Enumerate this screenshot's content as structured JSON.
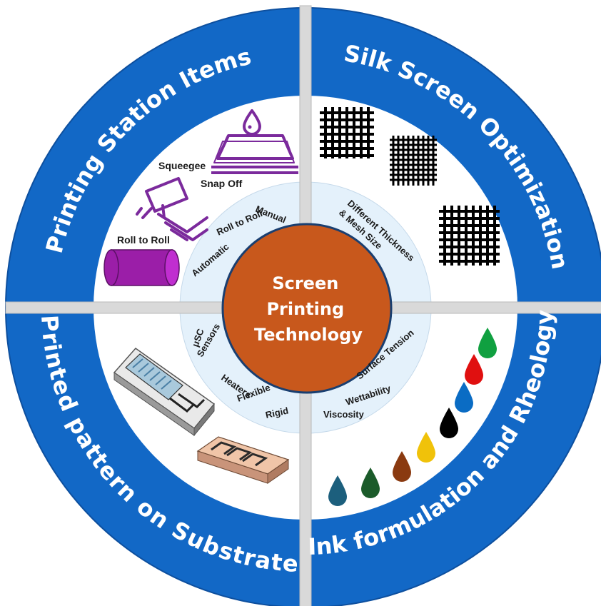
{
  "center": {
    "lines": [
      "Screen",
      "Printing",
      "Technology"
    ]
  },
  "quadrants": {
    "top_left": "Printing Station Items",
    "top_right": "Silk Screen Optimization",
    "bottom_left": "Printed pattern on Substrate",
    "bottom_right": "Ink formulation and Rheology"
  },
  "station_items": {
    "squeegee": "Squeegee",
    "snap_off": "Snap Off",
    "roll_to_roll": "Roll to Roll"
  },
  "inner_ring": {
    "manual": "Manual",
    "roll_to_roll": "Roll to Roll",
    "automatic": "Automatic",
    "thickness_line1": "Different Thickness",
    "thickness_line2": "& Mesh Size",
    "usc": "μSC",
    "sensors": "Sensors",
    "heaters": "Heaters",
    "flexible": "Flexible",
    "rigid": "Rigid",
    "surface_tension": "Surface Tension",
    "wettability": "Wettability",
    "viscosity": "Viscosity"
  },
  "colors": {
    "ring_blue": "#1268c6",
    "ring_edge": "#0d4f9e",
    "divider": "#d9d9d9",
    "inner_ring": "#e4f1fb",
    "center": "#c8581c",
    "purple": "#7b2a9c",
    "ink_drops": [
      "#1c5f7d",
      "#1b5b2a",
      "#8a3a10",
      "#f0c20a",
      "#000000",
      "#0a6cc4",
      "#e01010",
      "#10a040"
    ]
  }
}
